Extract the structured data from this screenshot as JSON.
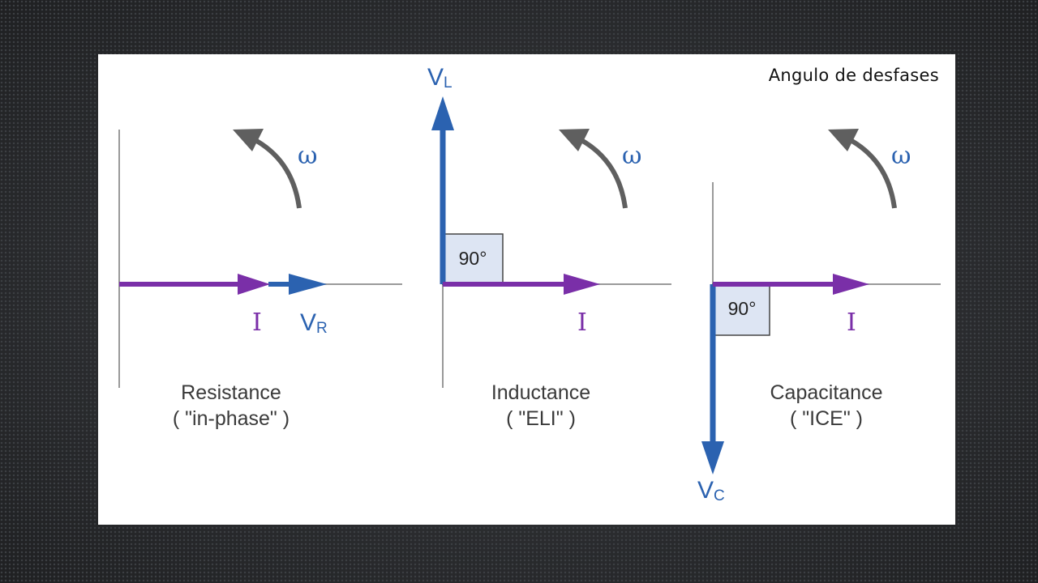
{
  "title": "Angulo de desfases",
  "colors": {
    "current": "#7a2fa8",
    "voltage": "#2b62b0",
    "rotation": "#5f5f5f",
    "axis": "#9a9a9a",
    "angle_box": "#dde5f3"
  },
  "omega_symbol": "ω",
  "panels": [
    {
      "name": "Resistance",
      "mnemonic": "( \"in-phase\" )",
      "current_label": "I",
      "voltage_label": "V",
      "voltage_subscript": "R"
    },
    {
      "name": "Inductance",
      "mnemonic": "( \"ELI\" )",
      "current_label": "I",
      "voltage_label": "V",
      "voltage_subscript": "L",
      "angle": "90°"
    },
    {
      "name": "Capacitance",
      "mnemonic": "( \"ICE\" )",
      "current_label": "I",
      "voltage_label": "V",
      "voltage_subscript": "C",
      "angle": "90°"
    }
  ]
}
